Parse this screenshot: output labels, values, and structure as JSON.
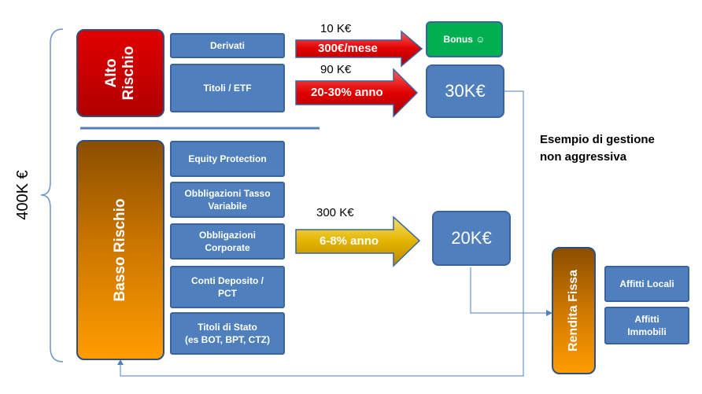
{
  "total": "400K €",
  "high_risk": {
    "title_line1": "Alto",
    "title_line2": "Rischio",
    "items": [
      "Derivati",
      "Titoli / ETF"
    ],
    "arrows": [
      {
        "amount": "10 K€",
        "rate": "300€/mese"
      },
      {
        "amount": "90 K€",
        "rate": "20-30% anno"
      }
    ],
    "outputs": [
      "Bonus ☺",
      "30K€"
    ]
  },
  "low_risk": {
    "title": "Basso Rischio",
    "items": [
      {
        "line1": "Equity Protection",
        "line2": ""
      },
      {
        "line1": "Obbligazioni Tasso",
        "line2": "Variabile"
      },
      {
        "line1": "Obbligazioni",
        "line2": "Corporate"
      },
      {
        "line1": "Conti Deposito  /",
        "line2": "PCT"
      },
      {
        "line1": "Titoli di Stato",
        "line2": "(es BOT, BPT, CTZ)"
      }
    ],
    "arrow": {
      "amount": "300 K€",
      "rate": "6-8% anno"
    },
    "output": "20K€"
  },
  "note": {
    "line1": "Esempio di gestione",
    "line2": "non aggressiva"
  },
  "fixed_income": {
    "title": "Rendita Fissa",
    "items": [
      {
        "line1": "Affitti Locali",
        "line2": ""
      },
      {
        "line1": "Affitti",
        "line2": "Immobili"
      }
    ]
  },
  "colors": {
    "box_blue": "#4f7fbd",
    "box_border": "#3a64a0",
    "red": "#e00000",
    "orange": "#f39200",
    "green": "#00b050",
    "line_blue": "#4f7fbd"
  }
}
